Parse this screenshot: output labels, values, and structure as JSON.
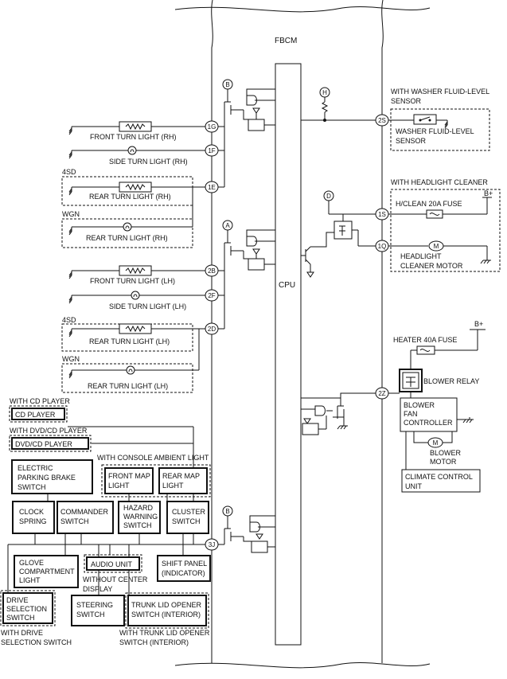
{
  "module": {
    "name": "FBCM",
    "cpu": "CPU"
  },
  "pins": {
    "p1G": "1G",
    "p1F": "1F",
    "p1E": "1E",
    "p2B": "2B",
    "p2F": "2F",
    "p2D": "2D",
    "p3J": "3J",
    "p2S": "2S",
    "p1S": "1S",
    "p1Q": "1Q",
    "p2Z": "2Z"
  },
  "markers": {
    "A": "A",
    "B": "B",
    "D": "D",
    "H": "H"
  },
  "variants": {
    "sd4": "4SD",
    "wgn": "WGN"
  },
  "lamps": {
    "front_turn_rh": "FRONT TURN LIGHT (RH)",
    "side_turn_rh": "SIDE TURN LIGHT (RH)",
    "rear_turn_rh_a": "REAR TURN LIGHT (RH)",
    "rear_turn_rh_b": "REAR TURN LIGHT (RH)",
    "front_turn_lh": "FRONT TURN LIGHT (LH)",
    "side_turn_lh": "SIDE TURN LIGHT (LH)",
    "rear_turn_lh_a": "REAR TURN LIGHT (LH)",
    "rear_turn_lh_b": "REAR TURN LIGHT (LH)"
  },
  "washer": {
    "heading": [
      "WITH WASHER FLUID-LEVEL",
      "SENSOR"
    ],
    "sensor": [
      "WASHER FLUID-LEVEL",
      "SENSOR"
    ]
  },
  "cleaner": {
    "heading": "WITH HEADLIGHT CLEANER",
    "fuse": "H/CLEAN 20A FUSE",
    "bplus": "B+",
    "motor": [
      "HEADLIGHT",
      "CLEANER MOTOR"
    ]
  },
  "heater": {
    "fuse": "HEATER 40A FUSE",
    "bplus": "B+",
    "relay": "BLOWER RELAY",
    "controller": [
      "BLOWER",
      "FAN",
      "CONTROLLER"
    ],
    "motor": [
      "BLOWER",
      "MOTOR"
    ],
    "m": "M",
    "climate": [
      "CLIMATE CONTROL",
      "UNIT"
    ]
  },
  "devices": {
    "with_cd": "WITH CD PLAYER",
    "cd": "CD PLAYER",
    "with_dvd": "WITH DVD/CD PLAYER",
    "dvd": "DVD/CD PLAYER",
    "epb": [
      "ELECTRIC",
      "PARKING BRAKE",
      "SWITCH"
    ],
    "with_console": "WITH CONSOLE AMBIENT LIGHT",
    "front_map": [
      "FRONT MAP",
      "LIGHT"
    ],
    "rear_map": [
      "REAR MAP",
      "LIGHT"
    ],
    "clock": [
      "CLOCK",
      "SPRING"
    ],
    "commander": [
      "COMMANDER",
      "SWITCH"
    ],
    "hazard": [
      "HAZARD",
      "WARNING",
      "SWITCH"
    ],
    "cluster": [
      "CLUSTER",
      "SWITCH"
    ],
    "glove": [
      "GLOVE",
      "COMPARTMENT",
      "LIGHT"
    ],
    "audio": "AUDIO UNIT",
    "without_center": [
      "WITHOUT CENTER",
      "DISPLAY"
    ],
    "shift": [
      "SHIFT PANEL",
      "(INDICATOR)"
    ],
    "drive": [
      "DRIVE",
      "SELECTION",
      "SWITCH"
    ],
    "with_drive": [
      "WITH DRIVE",
      "SELECTION SWITCH"
    ],
    "steering": [
      "STEERING",
      "SWITCH"
    ],
    "trunk": [
      "TRUNK LID OPENER",
      "SWITCH (INTERIOR)"
    ],
    "with_trunk": [
      "WITH TRUNK LID OPENER",
      "SWITCH (INTERIOR)"
    ]
  }
}
